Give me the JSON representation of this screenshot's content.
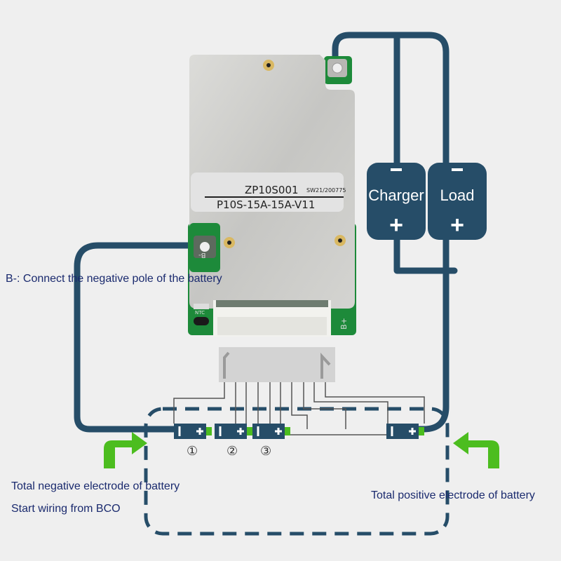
{
  "board": {
    "model": "ZP10S001",
    "serial": "SW21/200775",
    "spec": "P10S-15A-15A-V11",
    "pad_negative_label": "B-",
    "pad_positive_label": "B+",
    "ntc_label": "NTC"
  },
  "devices": {
    "charger": {
      "name": "Charger",
      "minus": "−",
      "plus": "+"
    },
    "load": {
      "name": "Load",
      "minus": "−",
      "plus": "+"
    }
  },
  "annotations": {
    "b_minus": "B-: Connect the negative pole of the battery",
    "total_negative": "Total negative electrode of battery",
    "start_wiring": "Start wiring from BCO",
    "total_positive": "Total positive electrode of battery"
  },
  "cells": [
    {
      "number": "①"
    },
    {
      "number": "②"
    },
    {
      "number": "③"
    },
    {
      "number": ""
    }
  ],
  "colors": {
    "wire": "#264d68",
    "arrow": "#4cbd1f",
    "text": "#1a2a6e",
    "pcb": "#1d8a3a",
    "shield": "#c9c9c6"
  }
}
